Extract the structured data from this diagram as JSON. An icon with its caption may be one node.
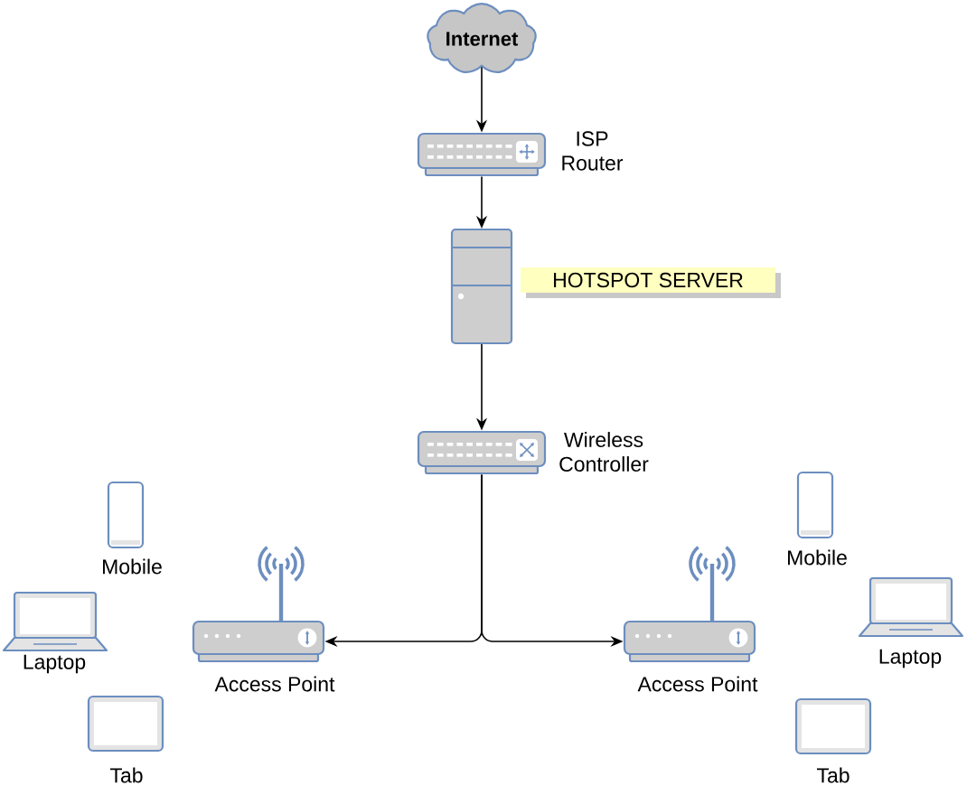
{
  "diagram": {
    "nodes": [
      {
        "text": [
          "Internet"
        ]
      },
      {
        "text": [
          "ISP Router"
        ]
      },
      {
        "text": [],
        "shape": "picture"
      },
      {
        "text": [
          "HOTSPOT SERVER"
        ]
      },
      {
        "text": [
          "Wireless Controller"
        ]
      },
      {
        "text": [
          "Access Point"
        ]
      },
      {
        "text": [
          "Access Point"
        ]
      },
      {
        "text": [
          "Mobile"
        ]
      },
      {
        "text": [
          "Laptop"
        ]
      },
      {
        "text": [
          "Tab"
        ]
      },
      {
        "text": [
          "Mobile"
        ]
      },
      {
        "text": [
          "Laptop"
        ]
      },
      {
        "text": [
          "Tab"
        ]
      }
    ],
    "edges": [
      {
        "from": 0,
        "to": 1,
        "arrow": "to"
      },
      {
        "from": 1,
        "to": 2,
        "arrow": "to"
      },
      {
        "from": 2,
        "to": 4,
        "arrow": "to"
      },
      {
        "from": 4,
        "to": 5,
        "arrow": "to"
      },
      {
        "from": 4,
        "to": 6,
        "arrow": "to"
      }
    ]
  }
}
